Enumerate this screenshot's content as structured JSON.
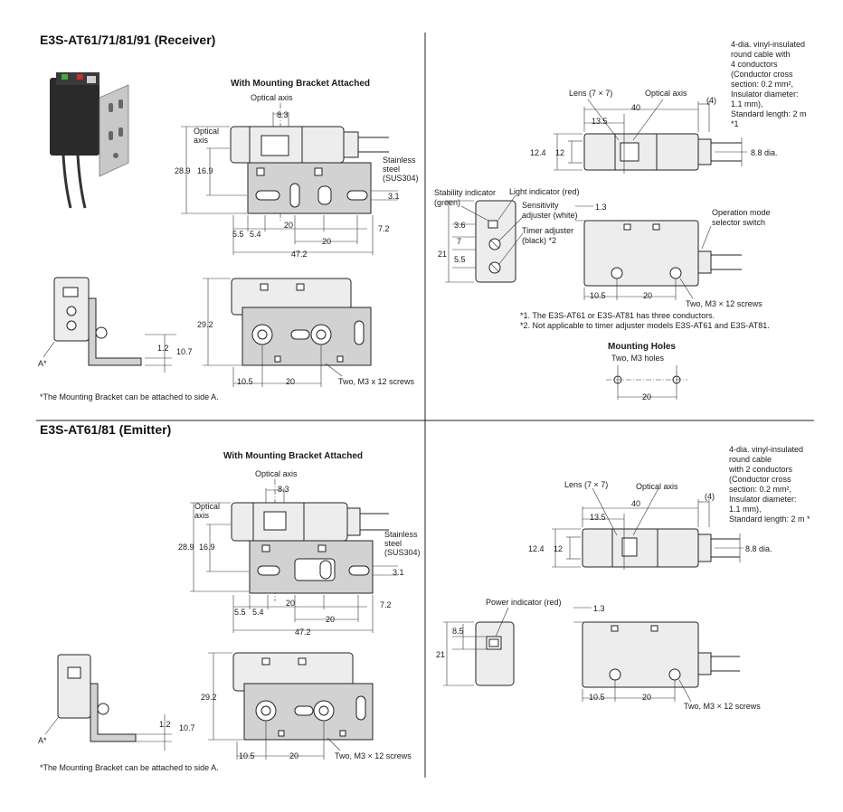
{
  "receiver": {
    "title": "E3S-AT61/71/81/91 (Receiver)",
    "bracket_heading": "With Mounting Bracket Attached",
    "optical_axis": "Optical axis",
    "optical_axis_side": "Optical axis",
    "stainless": "Stainless steel (SUS304)",
    "dims": {
      "d8_3": "8.3",
      "d28_9": "28.9",
      "d16_9": "16.9",
      "d3_1": "3.1",
      "d5_5": "5.5",
      "d5_4": "5.4",
      "d20a": "20",
      "d20b": "20",
      "d7_2": "7.2",
      "d47_2": "47.2",
      "d29_2": "29.2",
      "d1_2": "1.2",
      "d10_7": "10.7",
      "d10_5": "10.5",
      "d20c": "20"
    },
    "side_a": "A*",
    "screws": "Two, M3 x 12 screws",
    "footnote": "*The Mounting Bracket can be attached to side A.",
    "right": {
      "cable_note": "4-dia. vinyl-insulated round cable with 4 conductors (Conductor cross section: 0.2 mm², Insulator diameter: 1.1 mm), Standard length: 2 m *1",
      "lens": "Lens (7 × 7)",
      "optical_axis": "Optical axis",
      "d40": "40",
      "d4": "(4)",
      "d13_5": "13.5",
      "d12_4": "12.4",
      "d12": "12",
      "d8_8": "8.8 dia.",
      "stability": "Stability indicator (green)",
      "light": "Light indicator (red)",
      "sensitivity": "Sensitivity adjuster (white)",
      "timer": "Timer adjuster (black) *2",
      "d3_6": "3.6",
      "d7": "7",
      "d21": "21",
      "d5_5": "5.5",
      "d1_3": "1.3",
      "operation": "Operation mode selector switch",
      "d10_5": "10.5",
      "d20": "20",
      "screws": "Two, M3 × 12 screws",
      "note1": "*1. The E3S-AT61 or E3S-AT81 has three conductors.",
      "note2": "*2. Not applicable to timer adjuster models E3S-AT61 and E3S-AT81.",
      "mounting_holes": "Mounting Holes",
      "m3_holes": "Two, M3 holes",
      "mh20": "20"
    }
  },
  "emitter": {
    "title": "E3S-AT61/81 (Emitter)",
    "bracket_heading": "With Mounting Bracket Attached",
    "optical_axis": "Optical axis",
    "optical_axis_side": "Optical axis",
    "stainless": "Stainless steel (SUS304)",
    "dims": {
      "d8_3": "8.3",
      "d28_9": "28.9",
      "d16_9": "16.9",
      "d3_1": "3.1",
      "d5_5": "5.5",
      "d5_4": "5.4",
      "d20a": "20",
      "d20b": "20",
      "d7_2": "7.2",
      "d47_2": "47.2",
      "d29_2": "29.2",
      "d1_2": "1.2",
      "d10_7": "10.7",
      "d10_5": "10.5",
      "d20c": "20"
    },
    "side_a": "A*",
    "screws": "Two, M3 × 12 screws",
    "footnote": "*The Mounting Bracket can be attached to side A.",
    "right": {
      "cable_note": "4-dia. vinyl-insulated round cable with 2 conductors (Conductor cross section: 0.2 mm², Insulator diameter: 1.1 mm), Standard length: 2 m *",
      "lens": "Lens (7 × 7)",
      "optical_axis": "Optical axis",
      "d40": "40",
      "d4": "(4)",
      "d13_5": "13.5",
      "d12_4": "12.4",
      "d12": "12",
      "d8_8": "8.8 dia.",
      "power": "Power indicator (red)",
      "d8_5": "8.5",
      "d21": "21",
      "d1_3": "1.3",
      "d10_5": "10.5",
      "d20": "20",
      "screws": "Two, M3 × 12 screws"
    }
  }
}
